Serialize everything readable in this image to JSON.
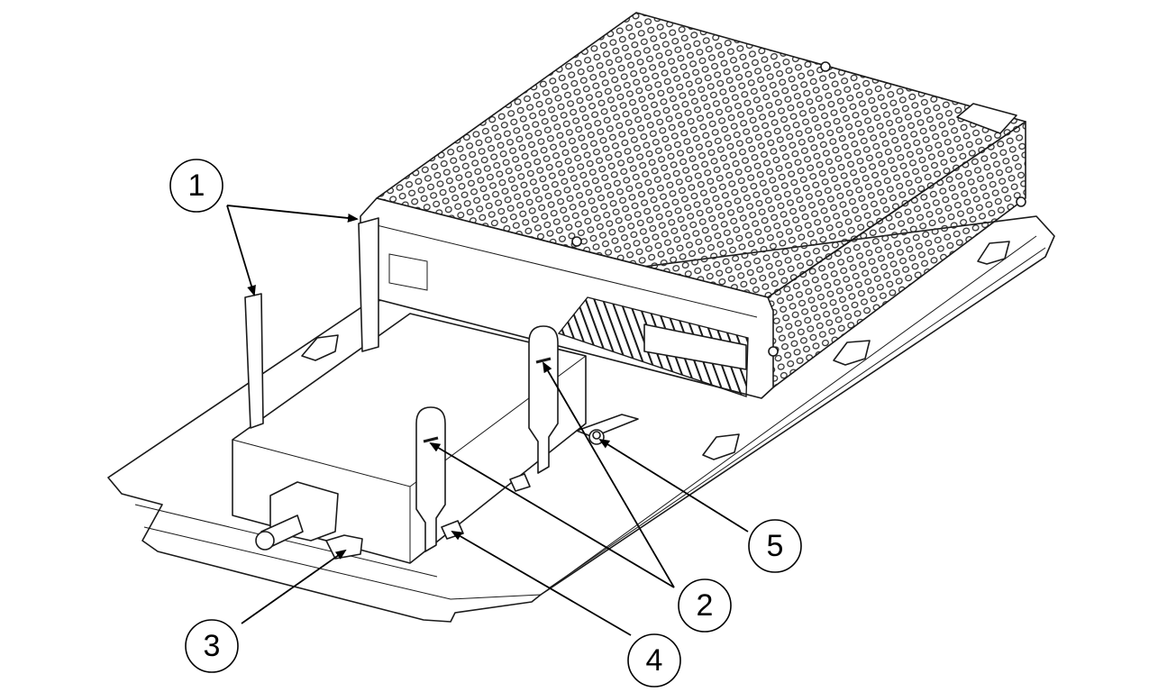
{
  "figure": {
    "colors": {
      "line": "#1a1a1a",
      "fill": "#ffffff",
      "mesh": "#2a2a2a"
    },
    "callouts": [
      {
        "number": "1"
      },
      {
        "number": "2"
      },
      {
        "number": "3"
      },
      {
        "number": "4"
      },
      {
        "number": "5"
      }
    ]
  }
}
